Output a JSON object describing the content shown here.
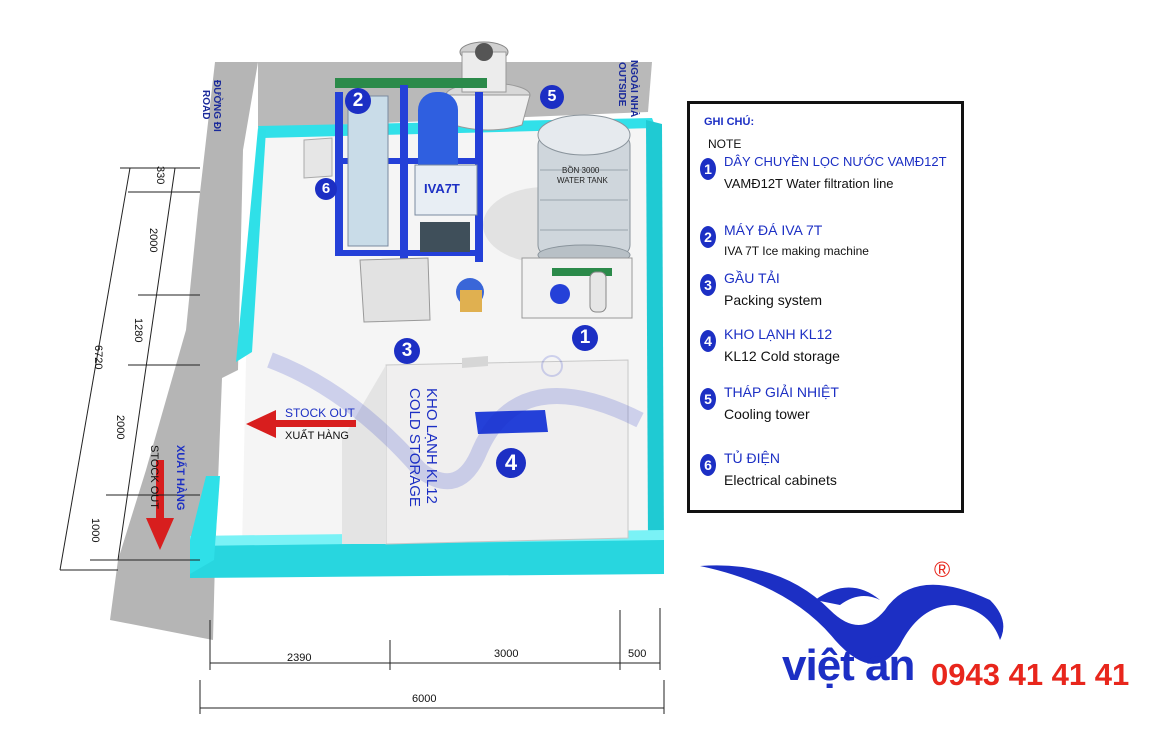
{
  "road": {
    "label_vi": "ĐƯỜNG ĐI",
    "label_en": "ROAD"
  },
  "outside": {
    "label_vi": "NGOÀI NHÀ",
    "label_en": "OUTSIDE"
  },
  "water_tank_label": {
    "line1": "BỒN 3000",
    "line2": "WATER TANK"
  },
  "machine_label": "IVA7T",
  "cold_storage_label": {
    "line1": "KHO LẠNH KL12",
    "line2": "COLD STORAGE"
  },
  "stock_out_horizontal": {
    "en": "STOCK OUT",
    "vi": "XUẤT HÀNG"
  },
  "stock_out_vertical": {
    "vi": "XUẤT HÀNG",
    "en": "STOCK OUT"
  },
  "badges": [
    "1",
    "2",
    "3",
    "4",
    "5",
    "6"
  ],
  "dimensions_left": [
    "330",
    "2000",
    "1280",
    "6720",
    "2000",
    "1000"
  ],
  "dimensions_bottom": [
    "2390",
    "3000",
    "500",
    "6000"
  ],
  "legend": {
    "heading_vi": "GHI CHÚ:",
    "heading_en": "NOTE",
    "items": [
      {
        "num": "1",
        "vi": "DÂY CHUYỀN LỌC NƯỚC VAMĐ12T",
        "en": "VAMĐ12T  Water filtration line"
      },
      {
        "num": "2",
        "vi": "MÁY ĐÁ IVA 7T",
        "en": "IVA 7T  Ice making machine"
      },
      {
        "num": "3",
        "vi": "GẦU TẢI",
        "en": "Packing system"
      },
      {
        "num": "4",
        "vi": "KHO LẠNH KL12",
        "en": "KL12 Cold storage"
      },
      {
        "num": "5",
        "vi": "THÁP GIẢI NHIỆT",
        "en": "Cooling tower"
      },
      {
        "num": "6",
        "vi": "TỦ ĐIỆN",
        "en": "Electrical cabinets"
      }
    ]
  },
  "brand": {
    "name": "việt an",
    "phone": "0943 41 41 41",
    "registered": "®"
  },
  "colors": {
    "wall": "#2fe0e8",
    "wall_dark": "#14b8c4",
    "road": "#b4b4b4",
    "floor": "#f6f6f6",
    "brand_blue": "#1c2fc4",
    "brand_red": "#e8261c",
    "arrow_red": "#d81e1e",
    "frame_blue": "#2440d8",
    "pipe_green": "#2b8a4a"
  }
}
